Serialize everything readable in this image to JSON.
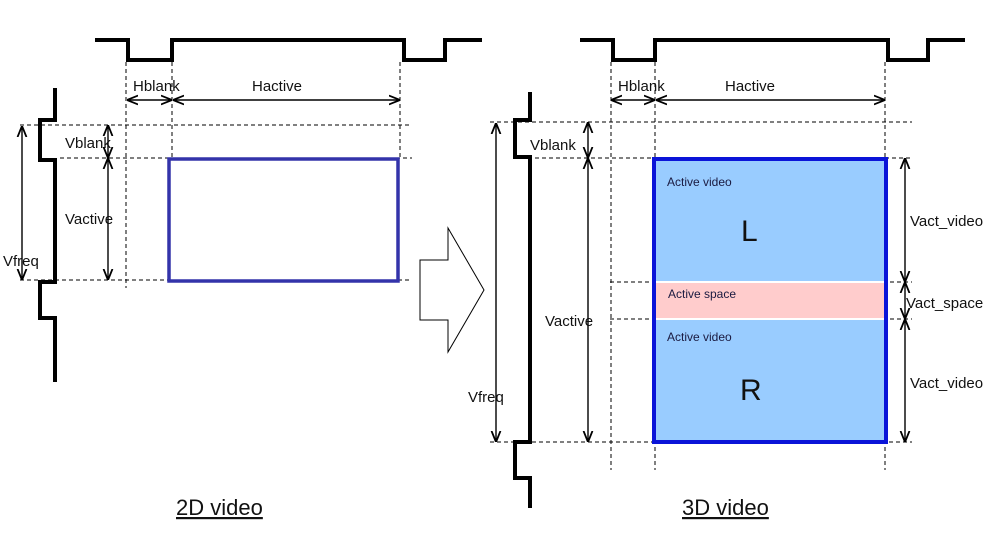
{
  "diagram_2d": {
    "hblank": "Hblank",
    "hactive": "Hactive",
    "vblank": "Vblank",
    "vactive": "Vactive",
    "vfreq": "Vfreq",
    "caption": "2D video"
  },
  "diagram_3d": {
    "hblank": "Hblank",
    "hactive": "Hactive",
    "vblank": "Vblank",
    "vactive": "Vactive",
    "vfreq": "Vfreq",
    "active_video_top": "Active video",
    "active_space": "Active space",
    "active_video_bottom": "Active video",
    "left_eye": "L",
    "right_eye": "R",
    "vact_video_top": "Vact_video",
    "vact_space": "Vact_space",
    "vact_video_bottom": "Vact_video",
    "caption": "3D video"
  },
  "colors": {
    "frame_2d_border": "#3333aa",
    "frame_3d_border": "#0a14d8",
    "active_video_fill": "#99ccff",
    "active_space_fill": "#ffcccc"
  }
}
